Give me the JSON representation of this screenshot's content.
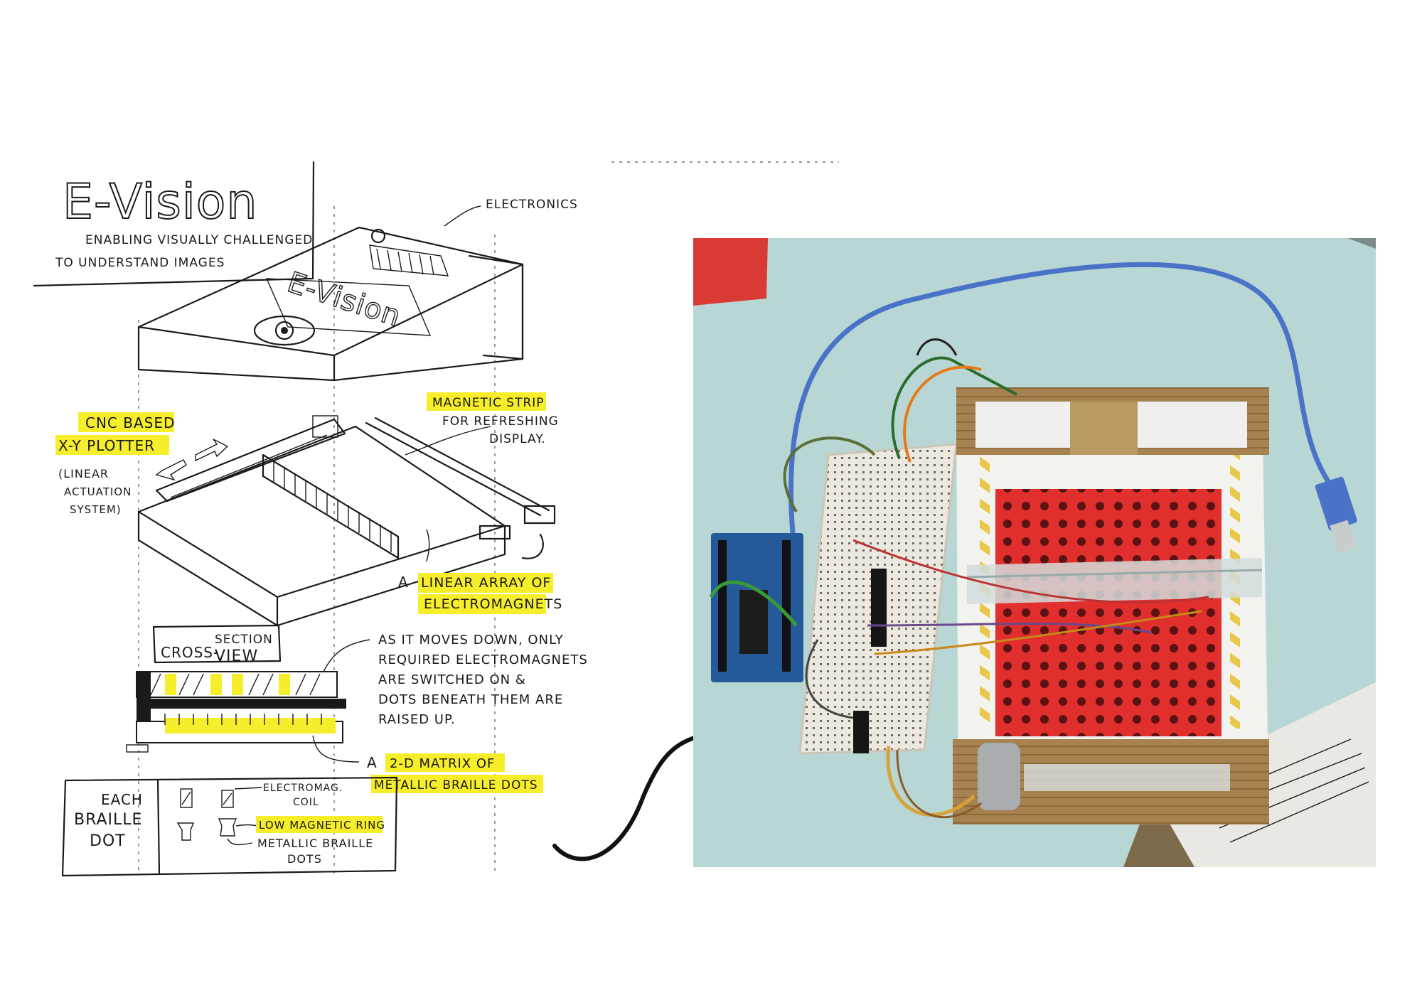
{
  "sketch": {
    "title": "E-Vision",
    "subtitle_line1": "ENABLING VISUALLY CHALLENGED",
    "subtitle_line2": "TO UNDERSTAND IMAGES",
    "lid_label": "E-Vision",
    "electronics": "ELECTRONICS",
    "cnc_line1": "CNC BASED",
    "cnc_line2": "X-Y PLOTTER",
    "linear_line1": "(LINEAR",
    "linear_line2": "ACTUATION",
    "linear_line3": "SYSTEM)",
    "strip_line1": "MAGNETIC STRIP",
    "strip_line2": "FOR REFRESHING",
    "strip_line3": "DISPLAY.",
    "array_prefix": "A",
    "array_line1": "LINEAR ARRAY OF",
    "array_line2": "ELECTROMAGNETS",
    "cross_line1": "SECTION",
    "cross_line2": "CROSS-",
    "cross_line3": "VIEW",
    "moves_line1": "AS IT MOVES DOWN, ONLY",
    "moves_line2": "REQUIRED ELECTROMAGNETS",
    "moves_line3": "ARE SWITCHED ON &",
    "moves_line4": "DOTS BENEATH THEM ARE",
    "moves_line5": "RAISED UP.",
    "matrix_prefix": "A",
    "matrix_line1": "2-D MATRIX OF",
    "matrix_line2": "METALLIC BRAILLE DOTS",
    "each_line1": "EACH",
    "each_line2": "BRAILLE",
    "each_line3": "DOT",
    "coil_line1": "ELECTROMAG.",
    "coil_line2": "COIL",
    "ring": "LOW MAGNETIC RING",
    "metal_line1": "METALLIC BRAILLE",
    "metal_line2": "DOTS"
  },
  "colors": {
    "highlight": "#f6ee2a",
    "ink": "#1a1a1a",
    "board_red": "#e2302f",
    "table": "#b9d8d6",
    "cardboard": "#a98452",
    "usb_blue": "#4a73c8"
  }
}
